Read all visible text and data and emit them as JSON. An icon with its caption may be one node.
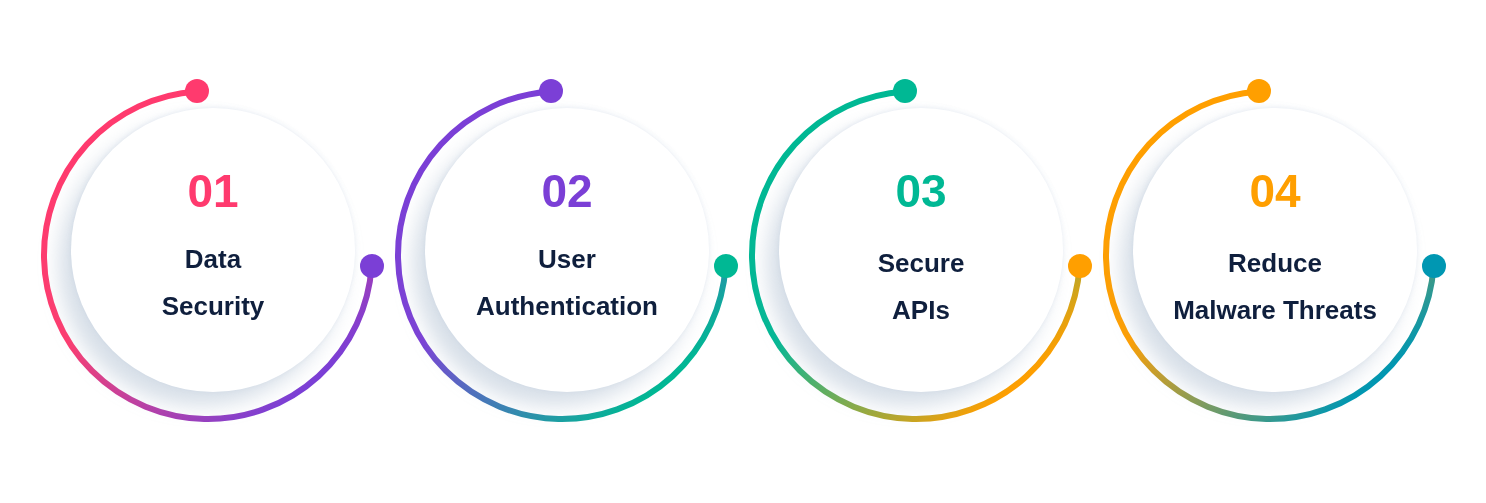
{
  "diagram": {
    "nodes": [
      {
        "text": [
          "01",
          "Data Security"
        ]
      },
      {
        "text": [
          "02",
          "User Authentication"
        ]
      },
      {
        "text": [
          "03",
          "Secure APIs"
        ]
      },
      {
        "text": [
          "04",
          "Reduce Malware Threats"
        ]
      }
    ]
  }
}
